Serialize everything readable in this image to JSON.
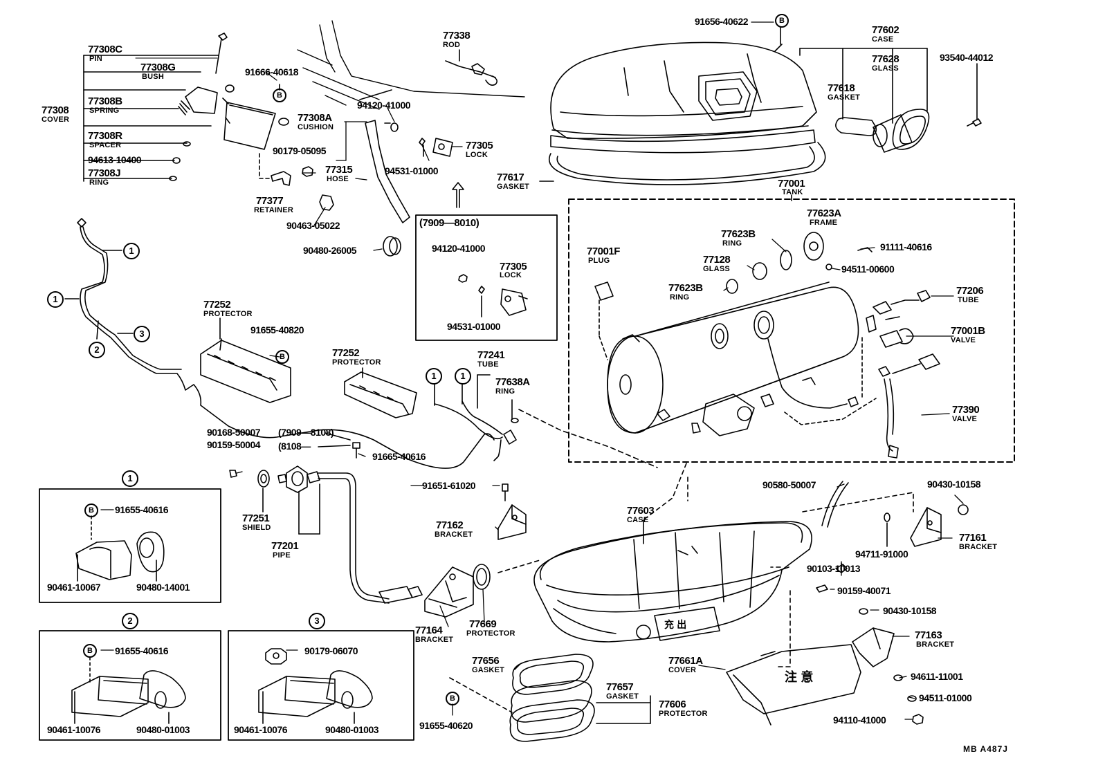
{
  "footer": {
    "code": "MB  A487J"
  },
  "inset_headers": {
    "one": "1",
    "two": "2",
    "three": "3",
    "date_range": "(7909—8010)"
  },
  "markers": {
    "one": "1",
    "two": "2",
    "three": "3",
    "b": "B"
  },
  "parts": {
    "p77308c": {
      "num": "77308C",
      "name": "PIN"
    },
    "p77308g": {
      "num": "77308G",
      "name": "BUSH"
    },
    "p77308b": {
      "num": "77308B",
      "name": "SPRING"
    },
    "p77308": {
      "num": "77308",
      "name": "COVER"
    },
    "p77308r": {
      "num": "77308R",
      "name": "SPACER"
    },
    "p94613": {
      "num": "94613-10400"
    },
    "p77308j": {
      "num": "77308J",
      "name": "RING"
    },
    "p91666": {
      "num": "91666-40618"
    },
    "p77308a": {
      "num": "77308A",
      "name": "CUSHION"
    },
    "p90179a": {
      "num": "90179-05095"
    },
    "p77377": {
      "num": "77377",
      "name": "RETAINER"
    },
    "p90463": {
      "num": "90463-05022"
    },
    "p77338": {
      "num": "77338",
      "name": "ROD"
    },
    "p94120a": {
      "num": "94120-41000"
    },
    "p77305a": {
      "num": "77305",
      "name": "LOCK"
    },
    "p94531a": {
      "num": "94531-01000"
    },
    "p77315": {
      "num": "77315",
      "name": "HOSE"
    },
    "p90480a": {
      "num": "90480-26005"
    },
    "p94120b": {
      "num": "94120-41000"
    },
    "p77305b": {
      "num": "77305",
      "name": "LOCK"
    },
    "p94531b": {
      "num": "94531-01000"
    },
    "p91656": {
      "num": "91656-40622"
    },
    "p77602": {
      "num": "77602",
      "name": "CASE"
    },
    "p77628": {
      "num": "77628",
      "name": "GLASS"
    },
    "p93540": {
      "num": "93540-44012"
    },
    "p77618": {
      "num": "77618",
      "name": "GASKET"
    },
    "p77617": {
      "num": "77617",
      "name": "GASKET"
    },
    "p77001": {
      "num": "77001",
      "name": "TANK"
    },
    "p77623a": {
      "num": "77623A",
      "name": "FRAME"
    },
    "p77623b1": {
      "num": "77623B",
      "name": "RING"
    },
    "p91111": {
      "num": "91111-40616"
    },
    "p77001f": {
      "num": "77001F",
      "name": "PLUG"
    },
    "p77128": {
      "num": "77128",
      "name": "GLASS"
    },
    "p94511a": {
      "num": "94511-00600"
    },
    "p77623b2": {
      "num": "77623B",
      "name": "RING"
    },
    "p77206": {
      "num": "77206",
      "name": "TUBE"
    },
    "p77001b": {
      "num": "77001B",
      "name": "VALVE"
    },
    "p77390": {
      "num": "77390",
      "name": "VALVE"
    },
    "p77252a": {
      "num": "77252",
      "name": "PROTECTOR"
    },
    "p91655a": {
      "num": "91655-40820"
    },
    "p77252b": {
      "num": "77252",
      "name": "PROTECTOR"
    },
    "p77241": {
      "num": "77241",
      "name": "TUBE"
    },
    "p77638a": {
      "num": "77638A",
      "name": "RING"
    },
    "p90168": {
      "num": "90168-50007",
      "range": "(7909—8108)"
    },
    "p90159a": {
      "num": "90159-50004",
      "range": "(8108—"
    },
    "p91665": {
      "num": "91665-40616"
    },
    "p91651": {
      "num": "91651-61020"
    },
    "p77251": {
      "num": "77251",
      "name": "SHIELD"
    },
    "p77201": {
      "num": "77201",
      "name": "PIPE"
    },
    "p77162": {
      "num": "77162",
      "name": "BRACKET"
    },
    "p77603": {
      "num": "77603",
      "name": "CASE"
    },
    "p90580": {
      "num": "90580-50007"
    },
    "p90430a": {
      "num": "90430-10158"
    },
    "p94711": {
      "num": "94711-91000"
    },
    "p77161": {
      "num": "77161",
      "name": "BRACKET"
    },
    "p90103": {
      "num": "90103-10013"
    },
    "p90159b": {
      "num": "90159-40071"
    },
    "p90430b": {
      "num": "90430-10158"
    },
    "p77163": {
      "num": "77163",
      "name": "BRACKET"
    },
    "p77164": {
      "num": "77164",
      "name": "BRACKET"
    },
    "p77669": {
      "num": "77669",
      "name": "PROTECTOR"
    },
    "p77656": {
      "num": "77656",
      "name": "GASKET"
    },
    "p77657": {
      "num": "77657",
      "name": "GASKET"
    },
    "p77606": {
      "num": "77606",
      "name": "PROTECTOR"
    },
    "p77661a": {
      "num": "77661A",
      "name": "COVER"
    },
    "p94611": {
      "num": "94611-11001"
    },
    "p94511b": {
      "num": "94511-01000"
    },
    "p94110": {
      "num": "94110-41000"
    },
    "p91655b": {
      "num": "91655-40620"
    },
    "i1_91655": {
      "num": "91655-40616"
    },
    "i1_90461": {
      "num": "90461-10067"
    },
    "i1_90480": {
      "num": "90480-14001"
    },
    "i2_91655": {
      "num": "91655-40616"
    },
    "i2_90461": {
      "num": "90461-10076"
    },
    "i2_90480": {
      "num": "90480-01003"
    },
    "i3_90179": {
      "num": "90179-06070"
    },
    "i3_90461": {
      "num": "90461-10076"
    },
    "i3_90480": {
      "num": "90480-01003"
    }
  },
  "kanji": {
    "case_mark": "充 出",
    "cover_mark": "注 意"
  }
}
